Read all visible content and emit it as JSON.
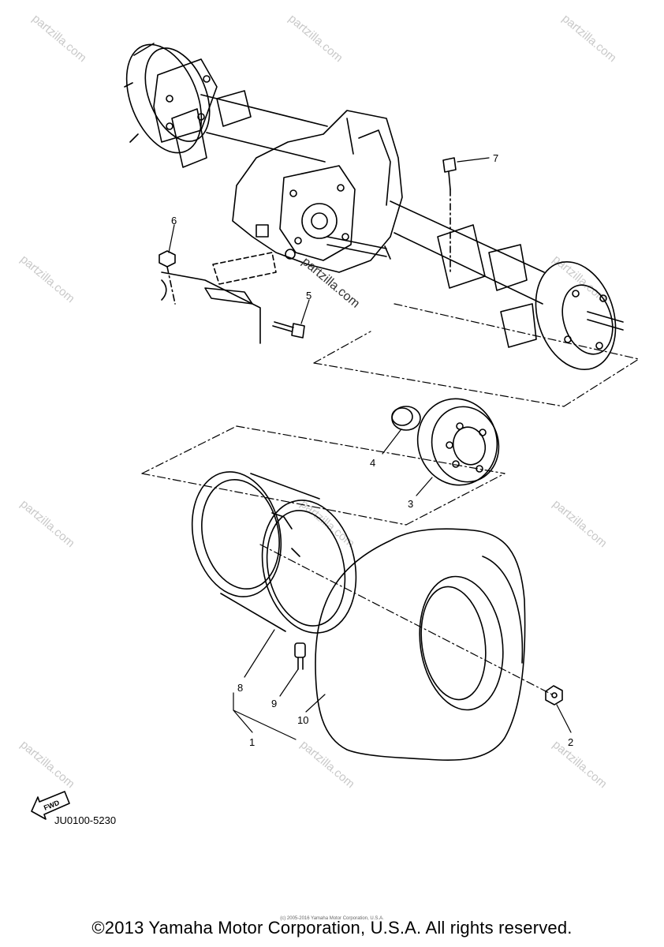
{
  "watermark": {
    "text": "partzilla.com",
    "center_text": "partzilla.com"
  },
  "diagram": {
    "callouts": {
      "c1": "1",
      "c2": "2",
      "c3": "3",
      "c4": "4",
      "c5": "5",
      "c6": "6",
      "c7": "7",
      "c8": "8",
      "c9": "9",
      "c10": "10"
    },
    "fwd_label": "FWD",
    "diagram_code": "JU0100-5230"
  },
  "footer": {
    "copyright": "©2013 Yamaha Motor Corporation, U.S.A. All rights reserved.",
    "tiny": "(c) 2005-2016 Yamaha Motor Corporation, U.S.A."
  }
}
